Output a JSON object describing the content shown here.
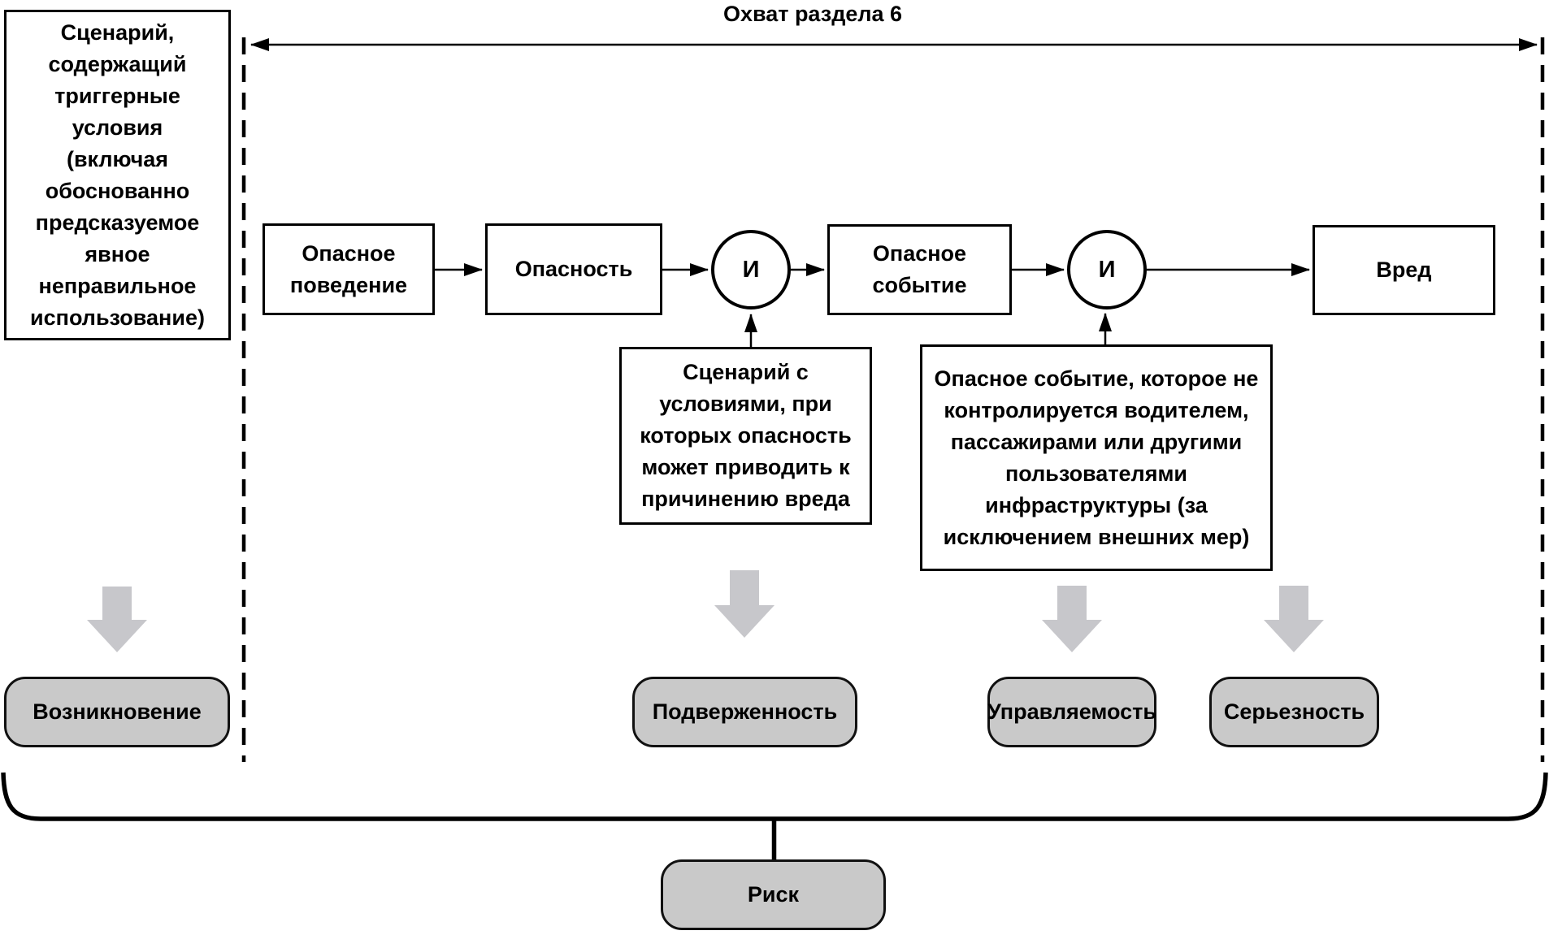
{
  "title": "Охват раздела 6",
  "scenario_note": "Сценарий,\nсодержащий\nтриггерные\nусловия\n(включая\nобоснованно\nпредсказуемое\nявное\nнеправильное\nиспользование)",
  "flow": {
    "hazardous_behavior": "Опасное\nповедение",
    "hazard": "Опасность",
    "and1": "И",
    "hazardous_event": "Опасное\nсобытие",
    "and2": "И",
    "harm": "Вред"
  },
  "annotations": {
    "exposure_note": "Сценарий с\nусловиями, при\nкоторых опасность\nможет приводить к\nпричинению вреда",
    "controllability_note": "Опасное событие, которое не\nконтролируется водителем,\nпассажирами или другими\nпользователями\nинфраструктуры (за\nисключением внешних мер)"
  },
  "factors": {
    "occurrence": "Возникновение",
    "exposure": "Подверженность",
    "controllability": "Управляемость",
    "severity": "Серьезность"
  },
  "result": "Риск",
  "colors": {
    "stroke": "#000000",
    "box_fill": "#c9c9c9",
    "block_arrow_fill": "#c7c7cb"
  }
}
